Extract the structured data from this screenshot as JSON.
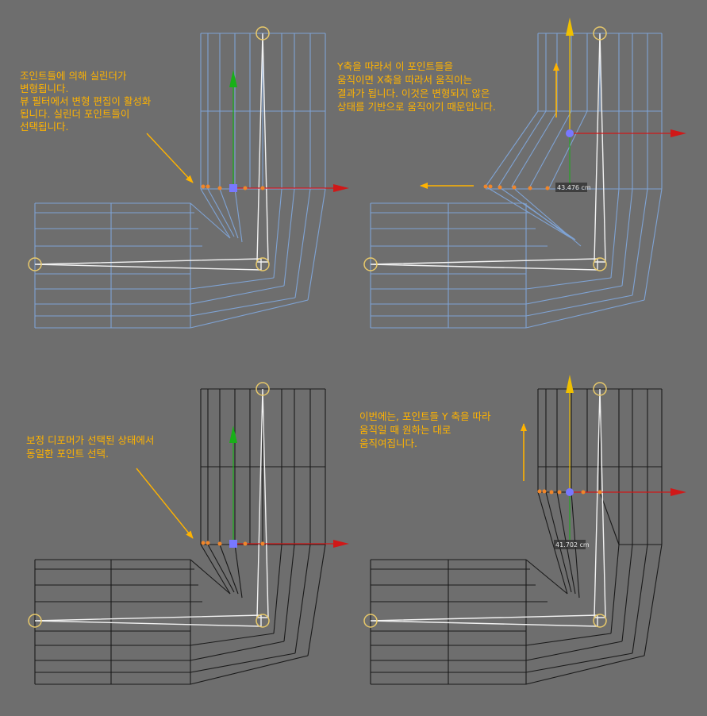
{
  "background": "#6e6e6e",
  "colors": {
    "mesh_blue": "#7fa3d4",
    "mesh_black": "#1a1a1a",
    "bone_white": "#f2f2f2",
    "joint_ring": "#e8c96a",
    "axis_x": "#d01818",
    "axis_y": "#18b018",
    "axis_z": "#f0c000",
    "point_orange": "#f0862a",
    "handle_blue": "#7878ff",
    "annotation": "#ffb300"
  },
  "panels": [
    {
      "name": "top-left",
      "mesh": "blue",
      "note_lines": [
        "조인트들에 의해 실린더가",
        "변형됩니다.",
        "뷰 필터에서 변형 편집이 활성화",
        "됩니다. 실린더 포인트들이",
        "선택됩니다."
      ]
    },
    {
      "name": "top-right",
      "mesh": "blue",
      "note_lines": [
        "Y축을 따라서 이 포인트들을",
        "움직이면 X축을 따라서 움직이는",
        "결과가 됩니다. 이것은 변형되지 않은",
        "상태를 기반으로 움직이기 때문입니다."
      ],
      "readout": "43.476 cm"
    },
    {
      "name": "bottom-left",
      "mesh": "black",
      "note_lines": [
        "보정 디포머가 선택된 상태에서",
        "동일한 포인트 선택."
      ]
    },
    {
      "name": "bottom-right",
      "mesh": "black",
      "note_lines": [
        "이번에는, 포인트들 Y 축을 따라",
        "움직일 때 원하는 대로",
        "움직여집니다."
      ],
      "readout": "41.702 cm"
    }
  ]
}
